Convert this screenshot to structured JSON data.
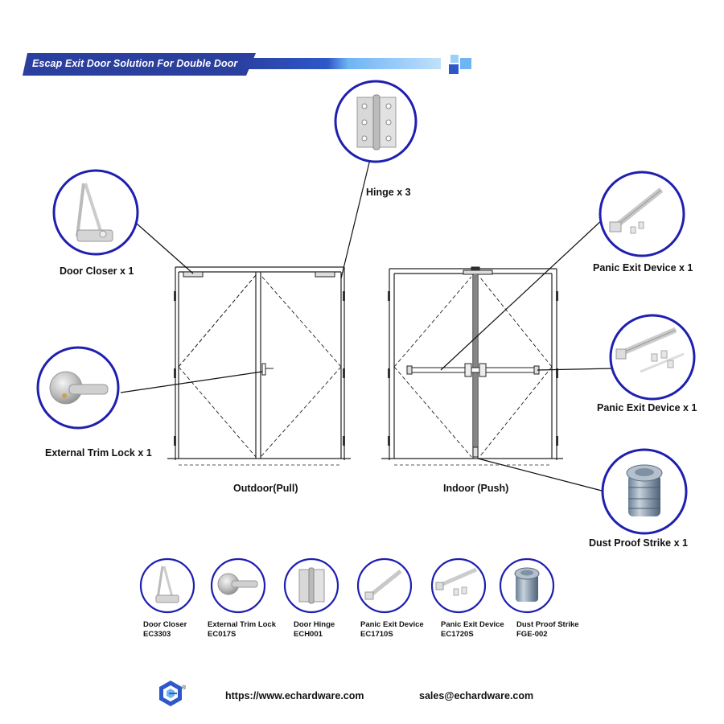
{
  "banner": {
    "title": "Escap Exit Door Solution For Double Door"
  },
  "callouts": {
    "hinge": "Hinge x 3",
    "door_closer": "Door Closer x 1",
    "external_trim_lock": "External Trim Lock x 1",
    "panic_exit_1": "Panic Exit Device x 1",
    "panic_exit_2": "Panic Exit Device x 1",
    "dust_proof_strike": "Dust Proof Strike x 1"
  },
  "door_labels": {
    "outdoor": "Outdoor(Pull)",
    "indoor": "Indoor (Push)"
  },
  "products": [
    {
      "name": "Door Closer",
      "code": "EC3303"
    },
    {
      "name": "External Trim Lock",
      "code": "EC017S"
    },
    {
      "name": "Door Hinge",
      "code": "ECH001"
    },
    {
      "name": "Panic Exit Device",
      "code": "EC1710S"
    },
    {
      "name": "Panic Exit Device",
      "code": "EC1720S"
    },
    {
      "name": "Dust Proof Strike",
      "code": "FGE-002"
    }
  ],
  "footer": {
    "website": "https://www.echardware.com",
    "email": "sales@echardware.com",
    "registered_mark": "®"
  },
  "colors": {
    "circle_border": "#1f1fb0",
    "banner_blue": "#2a3f9e",
    "banner_light": "#5aa5f0"
  }
}
